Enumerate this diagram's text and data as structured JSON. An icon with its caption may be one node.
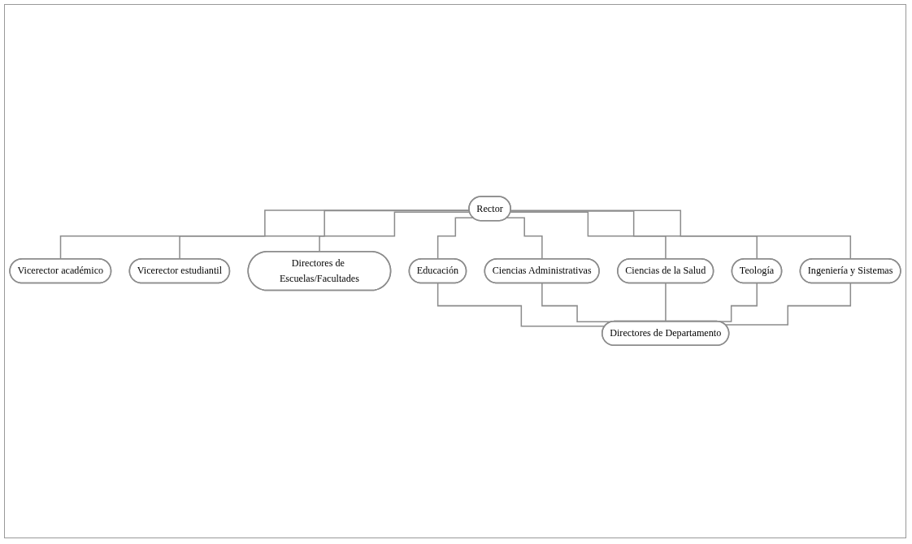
{
  "diagram": {
    "nodes": [
      {
        "text": [
          "Rector"
        ]
      },
      {
        "text": [
          "Vicerector académico"
        ]
      },
      {
        "text": [
          "Vicerector estudiantil"
        ]
      },
      {
        "text": [
          "Directores de Escuelas/Facultades"
        ]
      },
      {
        "text": [
          "Educación"
        ]
      },
      {
        "text": [
          "Ciencias Administrativas"
        ]
      },
      {
        "text": [
          "Ciencias de la Salud"
        ]
      },
      {
        "text": [
          "Teología"
        ]
      },
      {
        "text": [
          "Ingeniería y Sistemas"
        ]
      },
      {
        "text": [
          "Directores de Departamento"
        ]
      }
    ],
    "edges": [
      {
        "from": 0,
        "to": 1,
        "arrow": "none"
      },
      {
        "from": 0,
        "to": 2,
        "arrow": "none"
      },
      {
        "from": 0,
        "to": 3,
        "arrow": "none"
      },
      {
        "from": 0,
        "to": 4,
        "arrow": "none"
      },
      {
        "from": 0,
        "to": 5,
        "arrow": "none"
      },
      {
        "from": 0,
        "to": 6,
        "arrow": "none"
      },
      {
        "from": 0,
        "to": 7,
        "arrow": "none"
      },
      {
        "from": 0,
        "to": 8,
        "arrow": "none"
      },
      {
        "from": 4,
        "to": 9,
        "arrow": "none"
      },
      {
        "from": 5,
        "to": 9,
        "arrow": "none"
      },
      {
        "from": 6,
        "to": 9,
        "arrow": "none"
      },
      {
        "from": 7,
        "to": 9,
        "arrow": "none"
      },
      {
        "from": 8,
        "to": 9,
        "arrow": "none"
      }
    ]
  }
}
